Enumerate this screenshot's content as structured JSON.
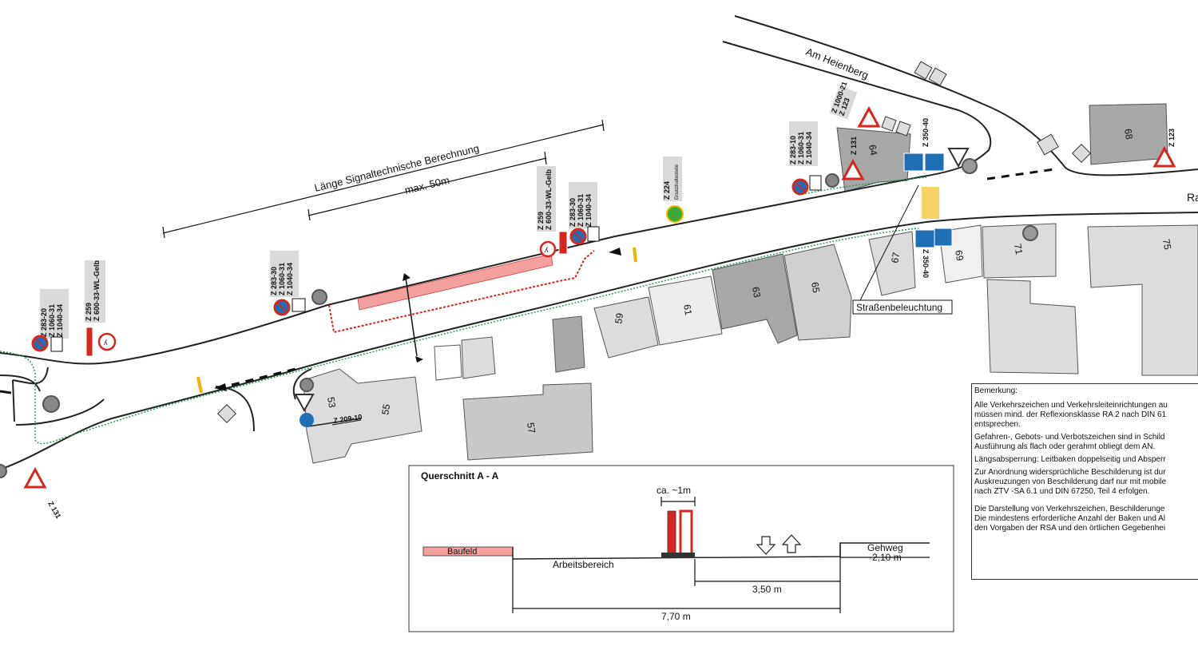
{
  "street_names": {
    "am_heienberg": "Am Heienberg",
    "right_cut": "Ra"
  },
  "dimensions": {
    "signal_length": "Länge Signaltechnische Berechnung",
    "max_length": "max. 50m"
  },
  "house_numbers": [
    "53",
    "55",
    "57",
    "59",
    "61",
    "63",
    "64",
    "65",
    "67",
    "68",
    "69",
    "71",
    "75"
  ],
  "sign_codes": {
    "left_group_a": [
      "Z 283-20",
      "Z 1060-31",
      "Z 1040-34"
    ],
    "left_group_b": [
      "Z 259",
      "Z 600-33-WL-Gelb"
    ],
    "mid_group": [
      "Z 283-30",
      "Z 1060-31",
      "Z 1040-34"
    ],
    "work_group_a": [
      "Z 259",
      "Z 600-33-WL-Gelb"
    ],
    "work_group_b": [
      "Z 283-30",
      "Z 1060-31",
      "Z 1040-34"
    ],
    "bus_stop": "Z 224",
    "bus_stop_text": "Ersatzhaltestelle",
    "right_group": [
      "Z 283-10",
      "Z 1060-31",
      "Z 1040-34"
    ],
    "z131_top": "Z 131",
    "z350_top": "Z 350-40",
    "heienberg_group": [
      "Z 1000-21",
      "Z 123"
    ],
    "z350_bottom": "Z 350-40",
    "z123_right": "Z 123",
    "z131_bottom": "Z 131",
    "z209": "Z 209-10"
  },
  "labels": {
    "street_lighting": "Straßenbeleuchtung"
  },
  "cross_section": {
    "title": "Querschnitt A - A",
    "spacing": "ca. ~1m",
    "work_field": "Baufeld",
    "work_area": "Arbeitsbereich",
    "sidewalk": "Gehweg",
    "sidewalk_width": "2,10 m",
    "lane_width": "3,50 m",
    "total_width": "7,70 m"
  },
  "notes": {
    "heading": "Bemerkung:",
    "paragraphs": [
      [
        "Alle Verkehrszeichen und Verkehrsleiteinrichtungen au",
        "müssen mind. der Reflexionsklasse RA 2 nach DIN 61",
        "entsprechen."
      ],
      [
        "Gefahren-, Gebots- und Verbotszeichen sind in Schild",
        "Ausführung als flach oder gerahmt obliegt dem AN."
      ],
      [
        "Längsabsperrung: Leitbaken doppelseitig und Absperr"
      ],
      [
        "Zur Anordnung widersprüchliche Beschilderung ist dur",
        "Auskreuzungen von Beschilderung darf nur mit mobile",
        "nach ZTV -SA 6.1 und DIN 67250, Teil 4 erfolgen."
      ],
      [
        "Die Darstellung von Verkehrszeichen, Beschilderunge",
        "Die mindestens erforderliche Anzahl der Baken und Al",
        "den Vorgaben der RSA und den örtlichen Gegebenhei"
      ]
    ]
  },
  "colors": {
    "work_field": "#f4a0a0",
    "building_light": "#dcdcdc",
    "building_mid": "#c8c8c8",
    "building_dark": "#a8a8a8",
    "sign_blue": "#1f6fb5",
    "sign_red": "#d7261e",
    "bus_green": "#3aa935",
    "footpath": "#2e9a5a",
    "beacon_yellow": "#f0b400"
  }
}
